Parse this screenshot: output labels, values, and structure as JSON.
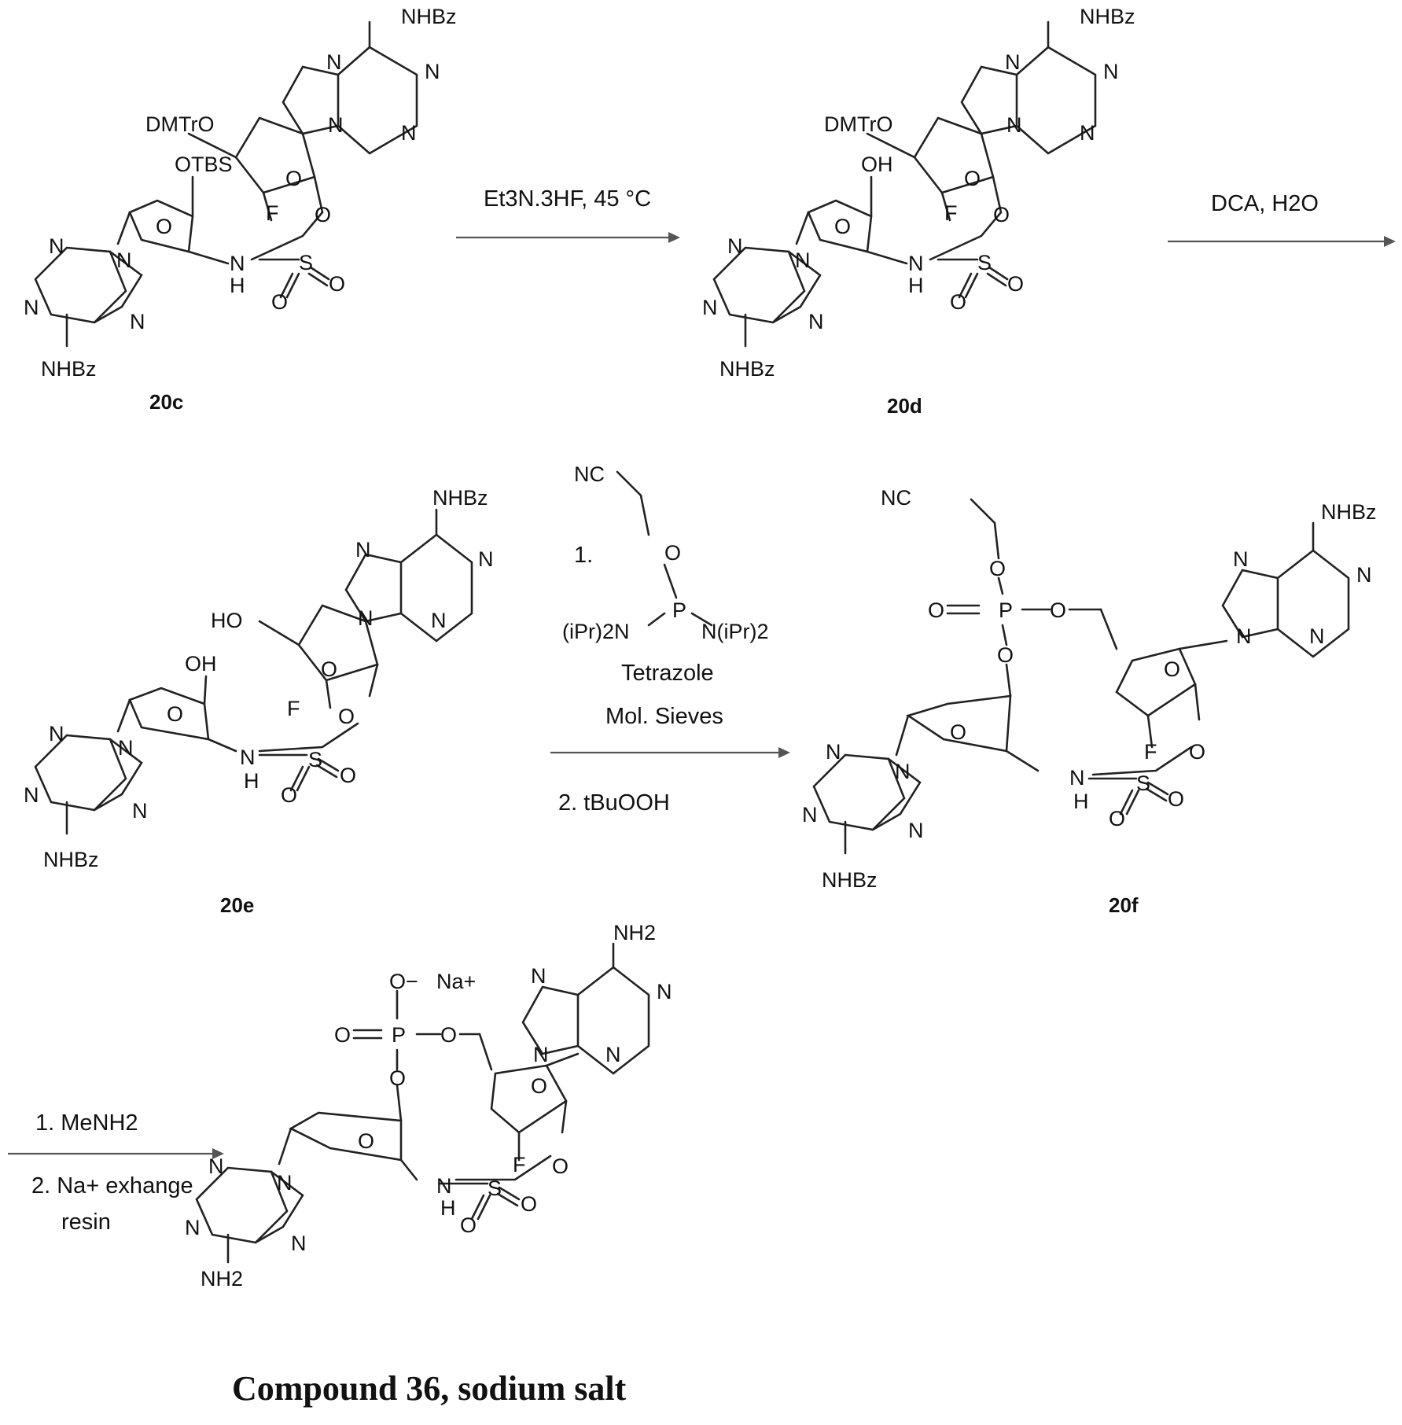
{
  "steps": [
    {
      "conditions": [
        "Et3N.3HF, 45 °C"
      ]
    },
    {
      "conditions": [
        "DCA, H2O"
      ]
    },
    {
      "conditions": [
        "1.",
        "Tetrazole",
        "Mol. Sieves",
        "2. tBuOOH"
      ]
    },
    {
      "conditions": [
        "1. MeNH2",
        "2. Na+ exhange",
        "resin"
      ]
    }
  ],
  "compounds": [
    {
      "label": "20c"
    },
    {
      "label": "20d"
    },
    {
      "label": "20e"
    },
    {
      "label": "20f"
    },
    {
      "label": "Compound 36, sodium salt"
    }
  ],
  "atom_labels": {
    "NHBz": "NHBz",
    "NH2": "NH2",
    "N": "N",
    "O": "O",
    "F": "F",
    "H": "H",
    "S": "S",
    "P": "P",
    "OH": "OH",
    "HO": "HO",
    "NC": "NC",
    "DMTrO": "DMTrO",
    "OTBS": "OTBS",
    "NiPr2": "(iPr)2N",
    "NiPr2r": "N(iPr)2",
    "O_minus": "O−",
    "Na_plus": "Na+"
  }
}
